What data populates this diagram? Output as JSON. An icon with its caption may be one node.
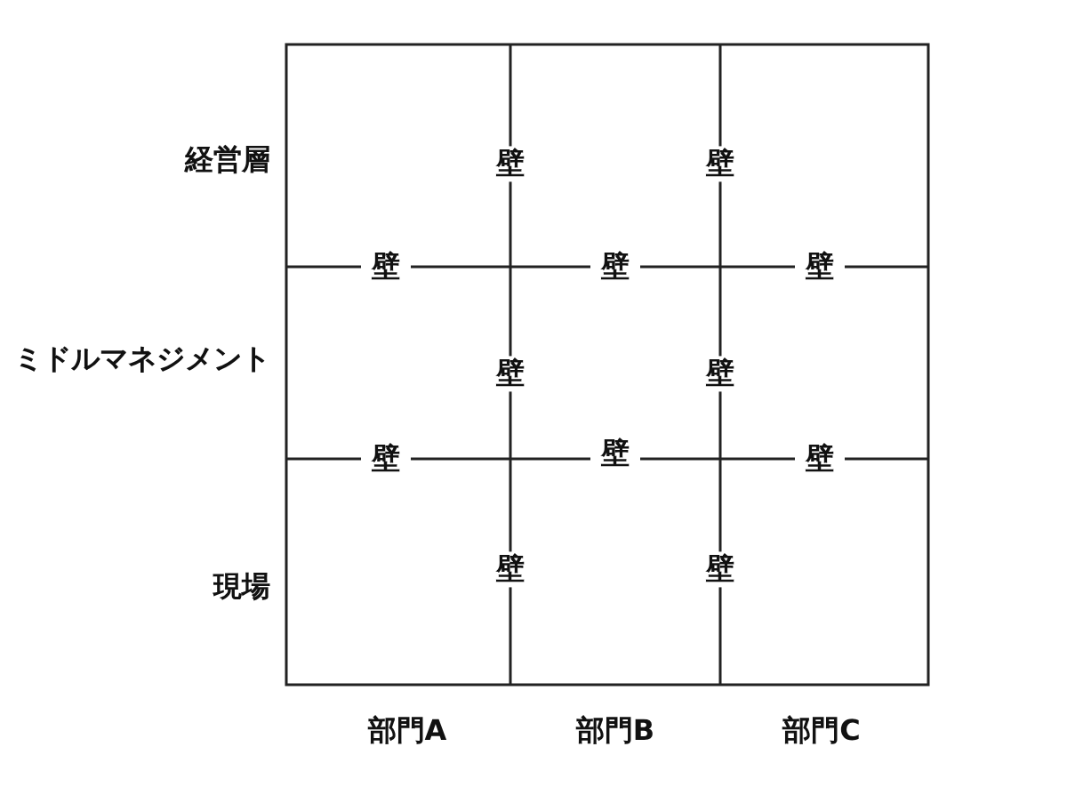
{
  "diagram": {
    "labels": [
      "経営層",
      "壁",
      "壁",
      "壁",
      "壁",
      "壁",
      "ミドルマネジメント",
      "壁",
      "壁",
      "壁",
      "壁",
      "壁",
      "現場",
      "壁",
      "壁",
      "部門A",
      "部門B",
      "部門C"
    ]
  }
}
